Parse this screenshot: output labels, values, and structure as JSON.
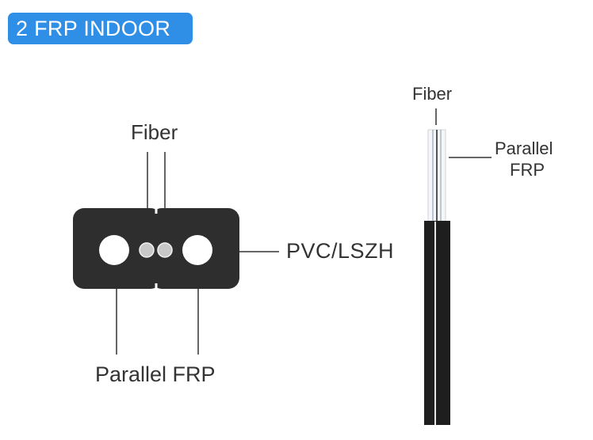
{
  "badge": {
    "label": "2 FRP INDOOR",
    "color": "#2f8ee5"
  },
  "cross_section": {
    "fiber_label": "Fiber",
    "jacket_label": "PVC/LSZH",
    "frp_label": "Parallel FRP"
  },
  "side_view": {
    "fiber_label": "Fiber",
    "frp_label_line1": "Parallel",
    "frp_label_line2": "FRP"
  },
  "colors": {
    "jacket": "#2e2e2e",
    "frp": "#ffffff",
    "fiber": "#c8c8c8",
    "leader": "#333333"
  }
}
